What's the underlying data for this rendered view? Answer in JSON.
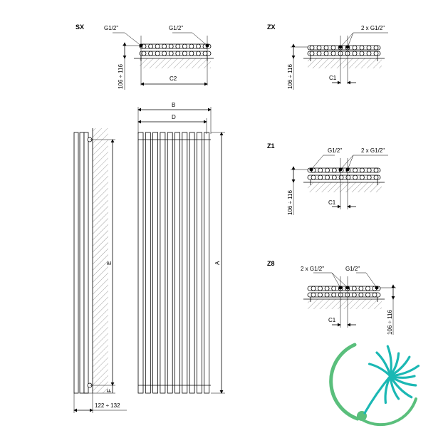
{
  "views": {
    "sx": {
      "label": "SX",
      "conn_left": "G1/2\"",
      "conn_right": "G1/2\"",
      "height_dim": "106 ÷ 116",
      "width_dim": "C2"
    },
    "zx": {
      "label": "ZX",
      "conn": "2 x G1/2\"",
      "height_dim": "106 ÷ 116",
      "offset_dim": "C1"
    },
    "z1": {
      "label": "Z1",
      "conn_left": "G1/2\"",
      "conn_right": "2 x G1/2\"",
      "height_dim": "106 ÷ 116",
      "offset_dim": "C1"
    },
    "z8": {
      "label": "Z8",
      "conn_left": "2 x G1/2\"",
      "conn_right": "G1/2\"",
      "height_dim": "106 ÷ 116",
      "offset_dim": "C1"
    }
  },
  "front_view": {
    "dim_b": "B",
    "dim_d": "D",
    "dim_a": "A"
  },
  "side_view": {
    "dim_e": "E",
    "dim_f": "F",
    "depth_dim": "122 ÷ 132"
  },
  "logo": {
    "name": "dandelion-logo",
    "color_green": "#5abf7c",
    "color_teal": "#1bb8b4"
  }
}
